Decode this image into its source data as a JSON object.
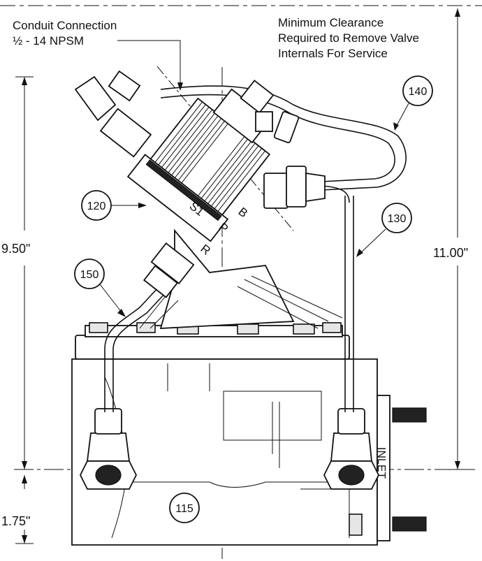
{
  "notes": {
    "conduit_line1": "Conduit Connection",
    "conduit_line2": "½ - 14 NPSM",
    "clearance_line1": "Minimum Clearance",
    "clearance_line2": "Required to Remove Valve",
    "clearance_line3": "Internals For Service"
  },
  "dimensions": {
    "height_main": "9.50\"",
    "height_lower": "1.75\"",
    "height_total": "11.00\""
  },
  "callouts": {
    "c140": "140",
    "c120": "120",
    "c130": "130",
    "c150": "150",
    "c115": "115"
  },
  "body_labels": {
    "inlet": "INLET",
    "s1": "S1",
    "r": "R",
    "p": "P",
    "b": "B"
  }
}
